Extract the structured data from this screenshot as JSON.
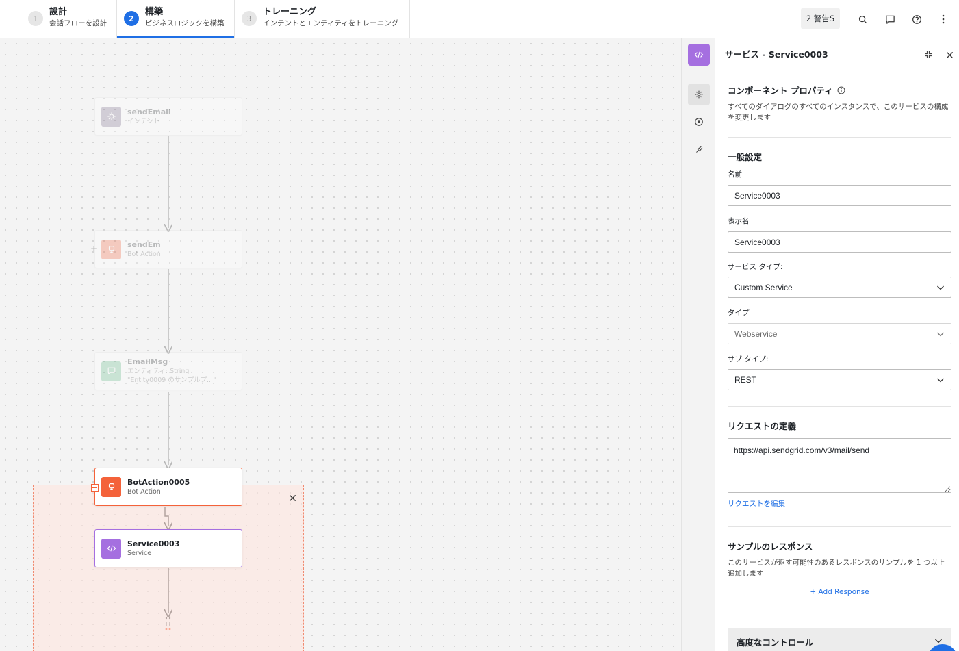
{
  "steps": [
    {
      "num": "1",
      "title": "設計",
      "sub": "会話フローを設計"
    },
    {
      "num": "2",
      "title": "構築",
      "sub": "ビジネスロジックを構築"
    },
    {
      "num": "3",
      "title": "トレーニング",
      "sub": "インテントとエンティティをトレーニング"
    }
  ],
  "header": {
    "warnings_label": "2 警告S"
  },
  "nodes": [
    {
      "title": "sendEmail",
      "sub": "インテント"
    },
    {
      "title": "sendEm",
      "sub": "Bot Action"
    },
    {
      "title": "EmailMsg",
      "sub": "エンティティ: String",
      "sub2": "\"Entity0009 のサンプルプ...\""
    },
    {
      "title": "BotAction0005",
      "sub": "Bot Action"
    },
    {
      "title": "Service0003",
      "sub": "Service"
    }
  ],
  "panel": {
    "title": "サービス - Service0003",
    "component_props_title": "コンポーネント プロパティ",
    "component_props_desc": "すべてのダイアログのすべてのインスタンスで、このサービスの構成を変更します",
    "general_title": "一般設定",
    "name_label": "名前",
    "name_value": "Service0003",
    "display_label": "表示名",
    "display_value": "Service0003",
    "service_type_label": "サービス タイプ:",
    "service_type_value": "Custom Service",
    "type_label": "タイプ",
    "type_value": "Webservice",
    "subtype_label": "サブ タイプ:",
    "subtype_value": "REST",
    "request_title": "リクエストの定義",
    "request_url": "https://api.sendgrid.com/v3/mail/send",
    "edit_request_link": "リクエストを編集",
    "sample_title": "サンプルのレスポンス",
    "sample_desc": "このサービスが返す可能性のあるレスポンスのサンプルを 1 つ以上追加します",
    "add_response_link": "+ Add Response",
    "advanced_title": "高度なコントロール"
  },
  "colors": {
    "accent": "#1f6fe5",
    "service_purple": "#a56fe0",
    "bot_action_orange": "#f4623a",
    "intent_gray": "#7a6a8a",
    "entity_green": "#5cb885"
  }
}
